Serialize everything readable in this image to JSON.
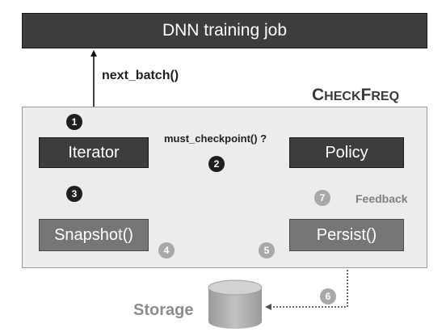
{
  "job": {
    "label": "DNN training job"
  },
  "arrows": {
    "next_batch": "next_batch()",
    "must_checkpoint": "must_checkpoint() ?",
    "feedback": "Feedback"
  },
  "system": {
    "title_big_1": "C",
    "title_small_1": "HECK",
    "title_big_2": "F",
    "title_small_2": "REQ"
  },
  "components": {
    "iterator": "Iterator",
    "policy": "Policy",
    "snapshot": "Snapshot()",
    "persist": "Persist()"
  },
  "storage": {
    "label": "Storage"
  },
  "steps": [
    "1",
    "2",
    "3",
    "4",
    "5",
    "6",
    "7"
  ],
  "colors": {
    "dark_box": "#3d3d3d",
    "mid_box": "#767676",
    "panel": "#ececec"
  }
}
